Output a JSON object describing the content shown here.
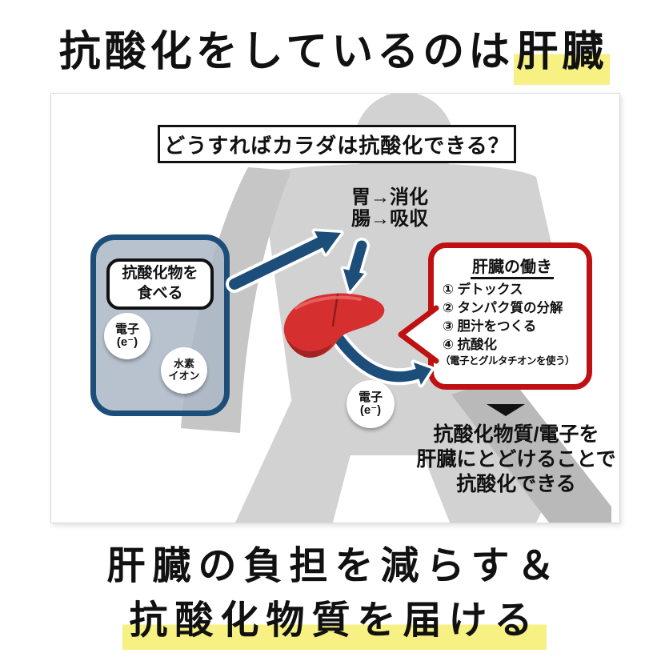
{
  "colors": {
    "blue": "#1d4e79",
    "red": "#bf1111",
    "yellow": "#f7f083",
    "silhouette": "#d2d2d2",
    "silhouette_dark": "#b9b9b9",
    "liver": "#d5302f",
    "liver_dark": "#a32222"
  },
  "title": {
    "prefix": "抗酸化をしているのは",
    "highlight": "肝臓"
  },
  "panel": {
    "question": "どうすればカラダは抗酸化できる？",
    "digestion_line1": "胃→消化",
    "digestion_line2": "腸→吸収",
    "eat_line1": "抗酸化物を",
    "eat_line2": "食べる",
    "electron_line1": "電子",
    "electron_line2": "(e⁻)",
    "hydrogen_line1": "水素",
    "hydrogen_line2": "イオン",
    "electron2_line1": "電子",
    "electron2_line2": "(e⁻)",
    "liver_functions": {
      "title": "肝臓の働き",
      "items": [
        "① デトックス",
        "② タンパク質の分解",
        "③ 胆汁をつくる",
        "④ 抗酸化"
      ],
      "note": "（電子とグルタチオンを使う）"
    },
    "conclusion_line1": "抗酸化物質/電子を",
    "conclusion_line2": "肝臓にとどけることで",
    "conclusion_line3": "抗酸化できる"
  },
  "footer": {
    "line1": "肝臓の負担を減らす＆",
    "line2": "抗酸化物質を届ける"
  }
}
